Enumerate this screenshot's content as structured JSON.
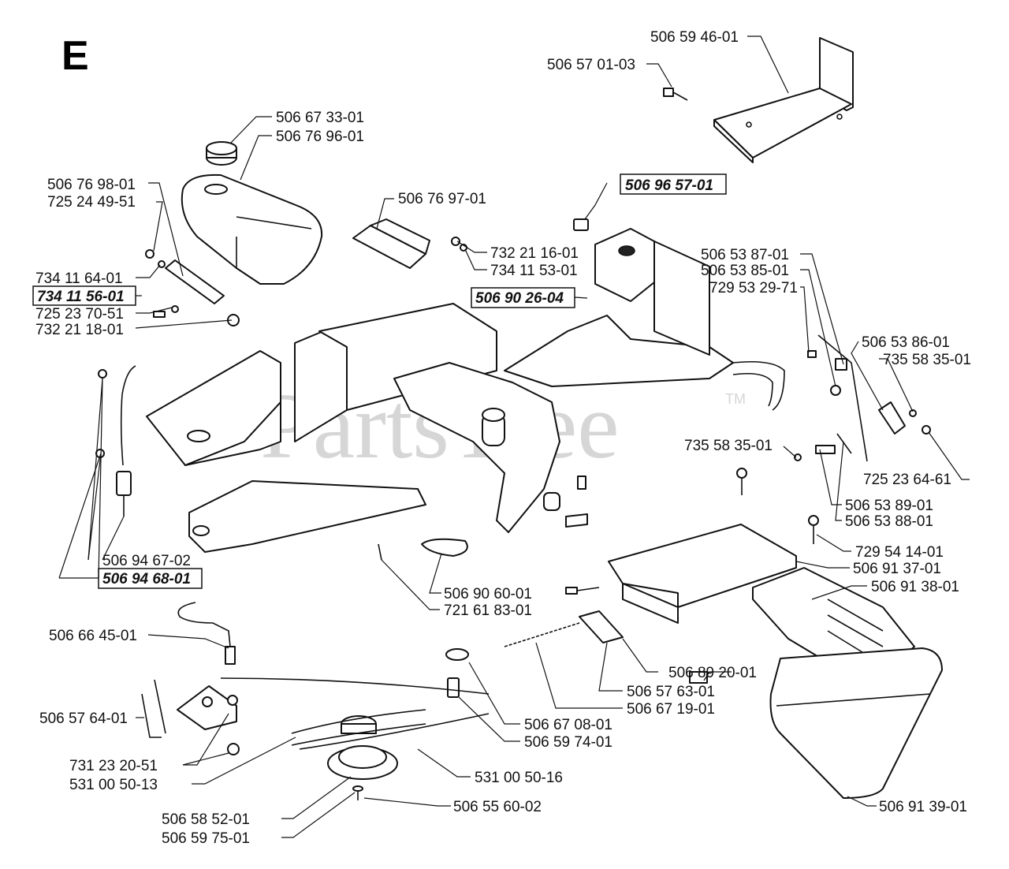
{
  "section_letter": "E",
  "watermark": {
    "text": "PartsTree",
    "tm": "TM"
  },
  "parts": [
    {
      "id": "p1",
      "number": "506 59 46-01",
      "boxed": false
    },
    {
      "id": "p2",
      "number": "506 57 01-03",
      "boxed": false
    },
    {
      "id": "p3",
      "number": "506 67 33-01",
      "boxed": false
    },
    {
      "id": "p4",
      "number": "506 76 96-01",
      "boxed": false
    },
    {
      "id": "p5",
      "number": "506 76 98-01",
      "boxed": false
    },
    {
      "id": "p6",
      "number": "725 24 49-51",
      "boxed": false
    },
    {
      "id": "p7",
      "number": "506 76 97-01",
      "boxed": false
    },
    {
      "id": "p8",
      "number": "506 96 57-01",
      "boxed": true
    },
    {
      "id": "p9",
      "number": "732 21 16-01",
      "boxed": false
    },
    {
      "id": "p10",
      "number": "734 11 53-01",
      "boxed": false
    },
    {
      "id": "p11",
      "number": "734 11 64-01",
      "boxed": false
    },
    {
      "id": "p12",
      "number": "734 11 56-01",
      "boxed": true
    },
    {
      "id": "p13",
      "number": "725 23 70-51",
      "boxed": false
    },
    {
      "id": "p14",
      "number": "732 21 18-01",
      "boxed": false
    },
    {
      "id": "p15",
      "number": "506 90 26-04",
      "boxed": true
    },
    {
      "id": "p16",
      "number": "506 53 87-01",
      "boxed": false
    },
    {
      "id": "p17",
      "number": "506 53 85-01",
      "boxed": false
    },
    {
      "id": "p18",
      "number": "729 53 29-71",
      "boxed": false
    },
    {
      "id": "p19",
      "number": "506 53 86-01",
      "boxed": false
    },
    {
      "id": "p20",
      "number": "735 58 35-01",
      "boxed": false
    },
    {
      "id": "p21",
      "number": "735 58 35-01",
      "boxed": false
    },
    {
      "id": "p22",
      "number": "725 23 64-61",
      "boxed": false
    },
    {
      "id": "p23",
      "number": "506 53 89-01",
      "boxed": false
    },
    {
      "id": "p24",
      "number": "506 53 88-01",
      "boxed": false
    },
    {
      "id": "p25",
      "number": "729 54 14-01",
      "boxed": false
    },
    {
      "id": "p26",
      "number": "506 91 37-01",
      "boxed": false
    },
    {
      "id": "p27",
      "number": "506 91 38-01",
      "boxed": false
    },
    {
      "id": "p28",
      "number": "506 94 67-02",
      "boxed": false
    },
    {
      "id": "p29",
      "number": "506 94 68-01",
      "boxed": true
    },
    {
      "id": "p30",
      "number": "506 90 60-01",
      "boxed": false
    },
    {
      "id": "p31",
      "number": "721 61 83-01",
      "boxed": false
    },
    {
      "id": "p32",
      "number": "506 66 45-01",
      "boxed": false
    },
    {
      "id": "p33",
      "number": "506 89 20-01",
      "boxed": false
    },
    {
      "id": "p34",
      "number": "506 57 63-01",
      "boxed": false
    },
    {
      "id": "p35",
      "number": "506 67 19-01",
      "boxed": false
    },
    {
      "id": "p36",
      "number": "506 57 64-01",
      "boxed": false
    },
    {
      "id": "p37",
      "number": "506 67 08-01",
      "boxed": false
    },
    {
      "id": "p38",
      "number": "506 59 74-01",
      "boxed": false
    },
    {
      "id": "p39",
      "number": "731 23 20-51",
      "boxed": false
    },
    {
      "id": "p40",
      "number": "531 00 50-13",
      "boxed": false
    },
    {
      "id": "p41",
      "number": "531 00 50-16",
      "boxed": false
    },
    {
      "id": "p42",
      "number": "506 58 52-01",
      "boxed": false
    },
    {
      "id": "p43",
      "number": "506 55 60-02",
      "boxed": false
    },
    {
      "id": "p44",
      "number": "506 59 75-01",
      "boxed": false
    },
    {
      "id": "p45",
      "number": "506 91 39-01",
      "boxed": false
    }
  ]
}
